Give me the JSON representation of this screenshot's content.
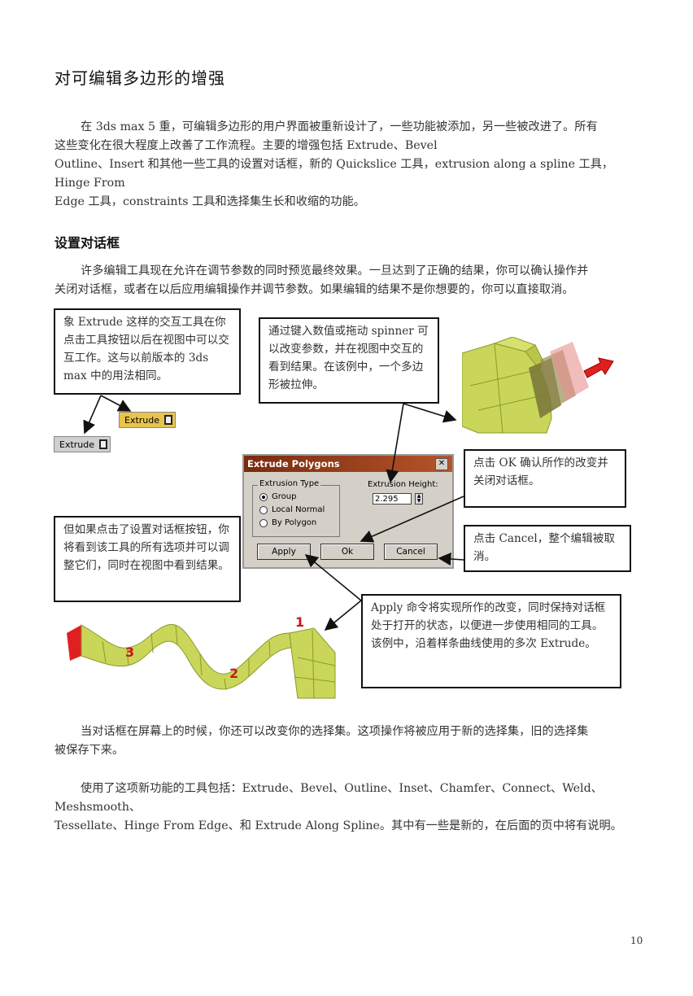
{
  "heading": "对可编辑多边形的增强",
  "intro": {
    "line1": "在 3ds max 5 重，可编辑多边形的用户界面被重新设计了，一些功能被添加，另一些被改进了。所有",
    "line2": "这些变化在很大程度上改善了工作流程。主要的增强包括 Extrude、Bevel",
    "line3": "Outline、Insert 和其他一些工具的设置对话框，新的 Quickslice 工具，extrusion along a spline 工具，Hinge From",
    "line4": "Edge 工具，constraints 工具和选择集生长和收缩的功能。"
  },
  "subheading": "设置对话框",
  "para2": {
    "line1": "许多编辑工具现在允许在调节参数的同时预览最终效果。一旦达到了正确的结果，你可以确认操作并",
    "line2": "关闭对话框，或者在以后应用编辑操作并调节参数。如果编辑的结果不是你想要的，你可以直接取消。"
  },
  "callouts": {
    "extrude_tool": "象 Extrude 这样的交互工具在你点击工具按钮以后在视图中可以交互工作。这与以前版本的 3ds max 中的用法相同。",
    "spinner": "通过键入数值或拖动 spinner 可以改变参数，并在视图中交互的看到结果。在该例中，一个多边形被拉伸。",
    "ok": "点击 OK 确认所作的改变并关闭对话框。",
    "settings": "但如果点击了设置对话框按钮，你将看到该工具的所有选项并可以调整它们，同时在视图中看到结果。",
    "cancel": "点击 Cancel，整个编辑被取消。",
    "apply": "Apply 命令将实现所作的改变，同时保持对话框处于打开的状态，以便进一步使用相同的工具。该例中，沿着样条曲线使用的多次 Extrude。"
  },
  "toolbar": {
    "extrude_active": "Extrude",
    "extrude_normal": "Extrude"
  },
  "dialog": {
    "title": "Extrude Polygons",
    "close": "✕",
    "group_label": "Extrusion Type",
    "options": [
      "Group",
      "Local Normal",
      "By Polygon"
    ],
    "selected": "Group",
    "height_label": "Extrusion Height:",
    "height_value": "2.295",
    "apply": "Apply",
    "ok": "Ok",
    "cancel": "Cancel"
  },
  "figure_numbers": [
    "1",
    "2",
    "3"
  ],
  "para3": {
    "line1": "当对话框在屏幕上的时候，你还可以改变你的选择集。这项操作将被应用于新的选择集，旧的选择集",
    "line2": "被保存下来。"
  },
  "para4": {
    "line1": "使用了这项新功能的工具包括：Extrude、Bevel、Outline、Inset、Chamfer、Connect、Weld、Meshsmooth、",
    "line2": "Tessellate、Hinge From Edge、和 Extrude Along Spline。其中有一些是新的，在后面的页中将有说明。"
  },
  "page_number": "10",
  "colors": {
    "mesh_green": "#c9d65a",
    "extrude_red": "#e02020",
    "dialog_title": "#8a3416"
  }
}
